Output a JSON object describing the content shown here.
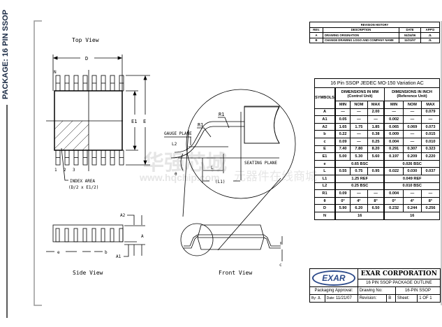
{
  "side_label": "PACKAGE: 16 PIN SSOP",
  "revision": {
    "title": "REVISION HISTORY",
    "headers": [
      "REV.",
      "DESCRIPTION",
      "DATE",
      "APP'D"
    ],
    "rows": [
      [
        "A",
        "DRAWING ORIGINATION",
        "04/24/06",
        "JL"
      ],
      [
        "B",
        "CHANGE DRAWING LOGO AND COMPANY NAME",
        "11/21/07",
        "JL"
      ]
    ]
  },
  "drawing": {
    "top_view": "Top View",
    "side_view": "Side View",
    "front_view": "Front View",
    "labels": {
      "D": "D",
      "N": "N",
      "E1": "E1",
      "E": "E",
      "pin1": "1",
      "pin2": "2",
      "pin3": "3",
      "index1": "INDEX AREA",
      "index2": "(D/2 x E1/2)",
      "gauge": "GAUGE PLANE",
      "L2": "L2",
      "R1a": "R1",
      "R1b": "R1",
      "theta": "θ",
      "L": "L",
      "L1": "(L1)",
      "seating": "SEATING PLANE",
      "A2": "A2",
      "A": "A",
      "A1": "A1",
      "e": "e",
      "b": "b",
      "c": "c"
    }
  },
  "watermark": {
    "cn": "华强芯城",
    "url": "www.hqchip.com",
    "cn2": "元器件在线商城"
  },
  "table": {
    "title": "16 Pin SSOP JEDEC MO-150 Variation AC",
    "symbols": "SYMBOLS",
    "mm": "DIMENSIONS IN MM (Control Unit)",
    "inch": "DIMENSIONS IN INCH (Reference Unit)",
    "sub": [
      "MIN",
      "NOM",
      "MAX",
      "MIN",
      "NOM",
      "MAX"
    ],
    "rows": [
      [
        "A",
        "—",
        "—",
        "2.00",
        "—",
        "—",
        "0.079"
      ],
      [
        "A1",
        "0.05",
        "—",
        "—",
        "0.002",
        "—",
        "—"
      ],
      [
        "A2",
        "1.65",
        "1.75",
        "1.85",
        "0.065",
        "0.069",
        "0.073"
      ],
      [
        "b",
        "0.22",
        "—",
        "0.38",
        "0.009",
        "—",
        "0.015"
      ],
      [
        "c",
        "0.09",
        "—",
        "0.25",
        "0.004",
        "—",
        "0.010"
      ],
      [
        "E",
        "7.40",
        "7.80",
        "8.20",
        "0.291",
        "0.307",
        "0.323"
      ],
      [
        "E1",
        "5.00",
        "5.30",
        "5.60",
        "0.197",
        "0.209",
        "0.220"
      ],
      [
        "e",
        "0.65 BSC",
        "0.026 BSC"
      ],
      [
        "L",
        "0.55",
        "0.75",
        "0.95",
        "0.022",
        "0.030",
        "0.037"
      ],
      [
        "L1",
        "1.25 REF",
        "0.049 REF"
      ],
      [
        "L2",
        "0.25 BSC",
        "0.010 BSC"
      ],
      [
        "R1",
        "0.09",
        "—",
        "—",
        "0.004",
        "—",
        "—"
      ],
      [
        "θ",
        "0°",
        "4°",
        "8°",
        "0°",
        "4°",
        "8°"
      ],
      [
        "D",
        "5.90",
        "6.20",
        "6.50",
        "0.232",
        "0.244",
        "0.256"
      ],
      [
        "N",
        "16",
        "16"
      ]
    ]
  },
  "title_block": {
    "logo": "EXAR",
    "company": "EXAR CORPORATION",
    "desc": "16 PIN SSOP PACKAGE OUTLINE",
    "approval": "Packaging Approval:",
    "drawing_no_label": "Drawing No:",
    "drawing_no": "16-PIN SSOP",
    "by_label": "By:",
    "by": "JL",
    "date_label": "Date:",
    "date": "11/21/07",
    "rev_label": "Revision:",
    "rev": "B",
    "sheet_label": "Sheet:",
    "sheet": "1 OF 1"
  }
}
